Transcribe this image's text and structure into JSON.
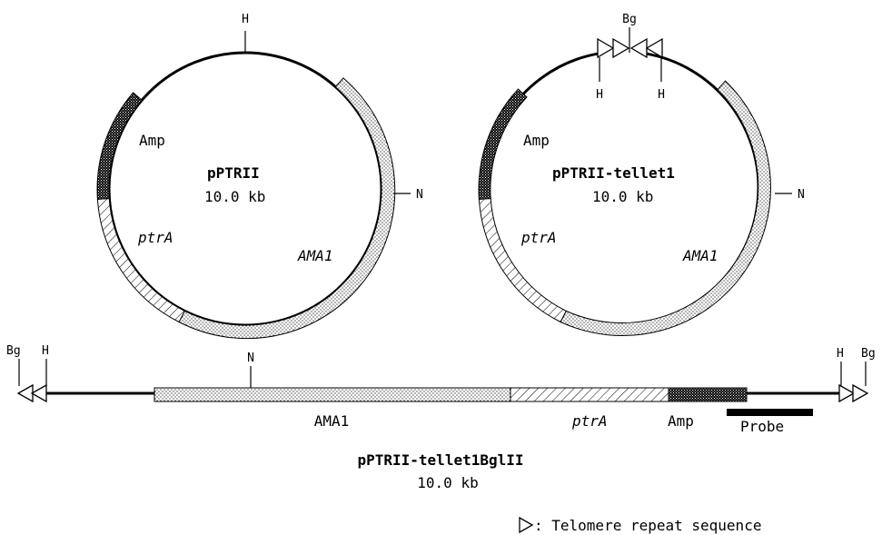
{
  "plasmid1": {
    "name": "pPTRII",
    "size": "10.0 kb",
    "features": {
      "amp": "Amp",
      "ptrA": "ptrA",
      "ama1": "AMA1"
    },
    "sites": {
      "h": "H",
      "n": "N"
    }
  },
  "plasmid2": {
    "name": "pPTRII-tellet1",
    "size": "10.0 kb",
    "features": {
      "amp": "Amp",
      "ptrA": "ptrA",
      "ama1": "AMA1"
    },
    "sites": {
      "bg": "Bg",
      "h_left": "H",
      "h_right": "H",
      "n": "N"
    }
  },
  "linear": {
    "name": "pPTRII-tellet1BglII",
    "size": "10.0 kb",
    "features": {
      "ama1": "AMA1",
      "ptrA": "ptrA",
      "amp": "Amp",
      "probe": "Probe"
    },
    "sites": {
      "bg_left": "Bg",
      "h_left": "H",
      "n": "N",
      "h_right": "H",
      "bg_right": "Bg"
    }
  },
  "legend": {
    "text": ": Telomere repeat sequence"
  }
}
